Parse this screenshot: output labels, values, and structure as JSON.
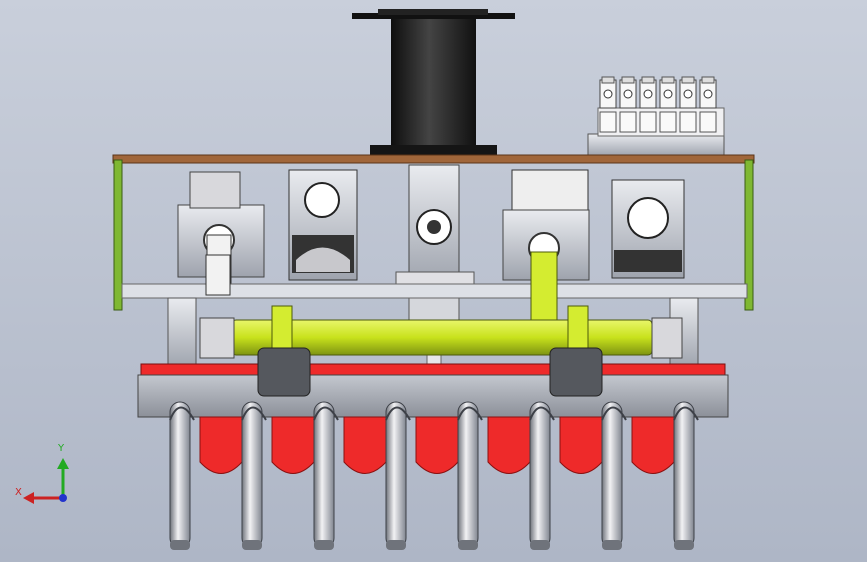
{
  "colors": {
    "background_top": "#c9cfdb",
    "background_bottom": "#aeb6c6",
    "frame_bar": "#a0663a",
    "side_post": "#7fb832",
    "cylinder": "#1c1c1c",
    "valve_block": "#e8e8ea",
    "lime_shaft": "#d4ec30",
    "red_gripper": "#ee2a2a",
    "metal_plate": "#b6bac2",
    "dark_plate": "#55585e",
    "axis_x": "#cc2222",
    "axis_y": "#22aa22",
    "axis_z": "#2233cc"
  },
  "triad": {
    "x_label": "X",
    "y_label": "Y",
    "x_icon": "axis-x-arrow-icon",
    "y_icon": "axis-y-arrow-icon",
    "z_icon": "axis-z-dot-icon"
  },
  "assembly": {
    "valve_count": 6,
    "finger_count": 8,
    "motor_units": 4
  }
}
